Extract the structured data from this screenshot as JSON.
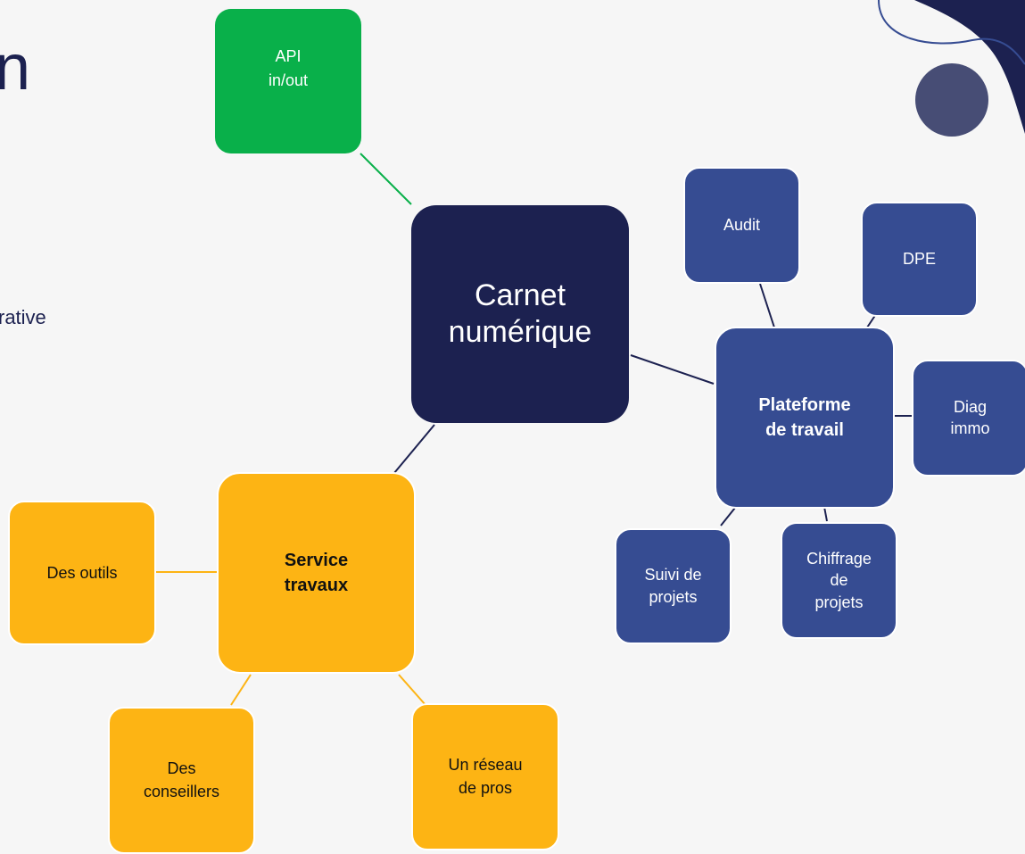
{
  "slide": {
    "title_fragment": "n",
    "text_fragment": "rative"
  },
  "colors": {
    "background": "#f6f6f6",
    "green": "#09b04a",
    "navy": "#1c2150",
    "blue": "#364c92",
    "orange": "#fdb414"
  },
  "nodes": {
    "api": [
      "API",
      "in/out"
    ],
    "center": [
      "Carnet",
      "numérique"
    ],
    "platform": [
      "Plateforme",
      "de travail"
    ],
    "audit": [
      "Audit"
    ],
    "dpe": [
      "DPE"
    ],
    "diag": [
      "Diag",
      "immo"
    ],
    "chiffrage": [
      "Chiffrage",
      "de",
      "projets"
    ],
    "suivi": [
      "Suivi de",
      "projets"
    ],
    "service": [
      "Service",
      "travaux"
    ],
    "outils": [
      "Des outils"
    ],
    "conseillers": [
      "Des",
      "conseillers"
    ],
    "reseau": [
      "Un réseau",
      "de pros"
    ]
  }
}
